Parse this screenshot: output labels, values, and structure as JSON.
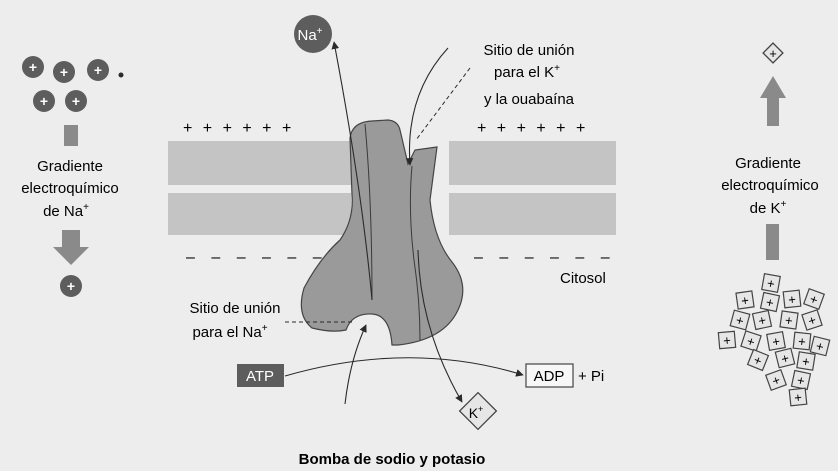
{
  "left": {
    "gradient_line1": "Gradiente",
    "gradient_line2": "electroquímico",
    "gradient_line3_base": "de Na",
    "gradient_line3_sup": "+",
    "ion_symbol": "+"
  },
  "right": {
    "gradient_line1": "Gradiente",
    "gradient_line2": "electroquímico",
    "gradient_line3_base": "de K",
    "gradient_line3_sup": "+",
    "ion_symbol": "+"
  },
  "top": {
    "na_base": "Na",
    "na_sup": "+",
    "site_k_line1": "Sitio de unión",
    "site_k_line2_base": "para el K",
    "site_k_line2_sup": "+",
    "site_k_line3": "y la ouabaína"
  },
  "membrane": {
    "plus_row": "+ + + + + +",
    "minus_row": "– – – – – –",
    "citosol": "Citosol"
  },
  "bottom": {
    "site_na_line1": "Sitio de unión",
    "site_na_line2_base": "para el Na",
    "site_na_line2_sup": "+",
    "atp": "ATP",
    "adp": "ADP",
    "pi": "+ Pi",
    "k_base": "K",
    "k_sup": "+"
  },
  "caption": "Bomba de sodio y potasio",
  "colors": {
    "background": "#ededed",
    "membrane": "#c4c4c4",
    "protein": "#9a9a9a",
    "ion_dark": "#5d5d5d",
    "arrow_gray": "#8a8a8a"
  }
}
